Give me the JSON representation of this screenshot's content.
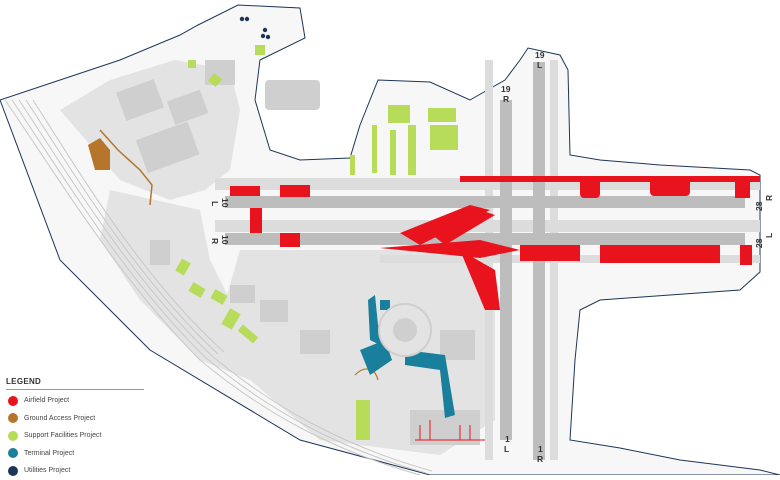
{
  "legend": {
    "title": "LEGEND",
    "items": [
      {
        "label": "Airfield Project",
        "color": "#e8131d"
      },
      {
        "label": "Ground Access Project",
        "color": "#b5762b"
      },
      {
        "label": "Support Facilities Project",
        "color": "#b7dc5a"
      },
      {
        "label": "Terminal Project",
        "color": "#1a7f9c"
      },
      {
        "label": "Utilities Project",
        "color": "#1e3557"
      }
    ]
  },
  "runways": {
    "r19l": {
      "num": "19",
      "side": "L"
    },
    "r19r": {
      "num": "19",
      "side": "R"
    },
    "r1l": {
      "num": "1",
      "side": "L"
    },
    "r1r": {
      "num": "1",
      "side": "R"
    },
    "r10l": {
      "num": "10",
      "side": "L"
    },
    "r10r": {
      "num": "10",
      "side": "R"
    },
    "r28r": {
      "num": "28",
      "side": "R"
    },
    "r28l": {
      "num": "28",
      "side": "L"
    }
  },
  "colors": {
    "apron": "#e3e3e3",
    "building": "#cfcfcf",
    "runway": "#bdbdbd",
    "shoreline": "#1e3557"
  }
}
